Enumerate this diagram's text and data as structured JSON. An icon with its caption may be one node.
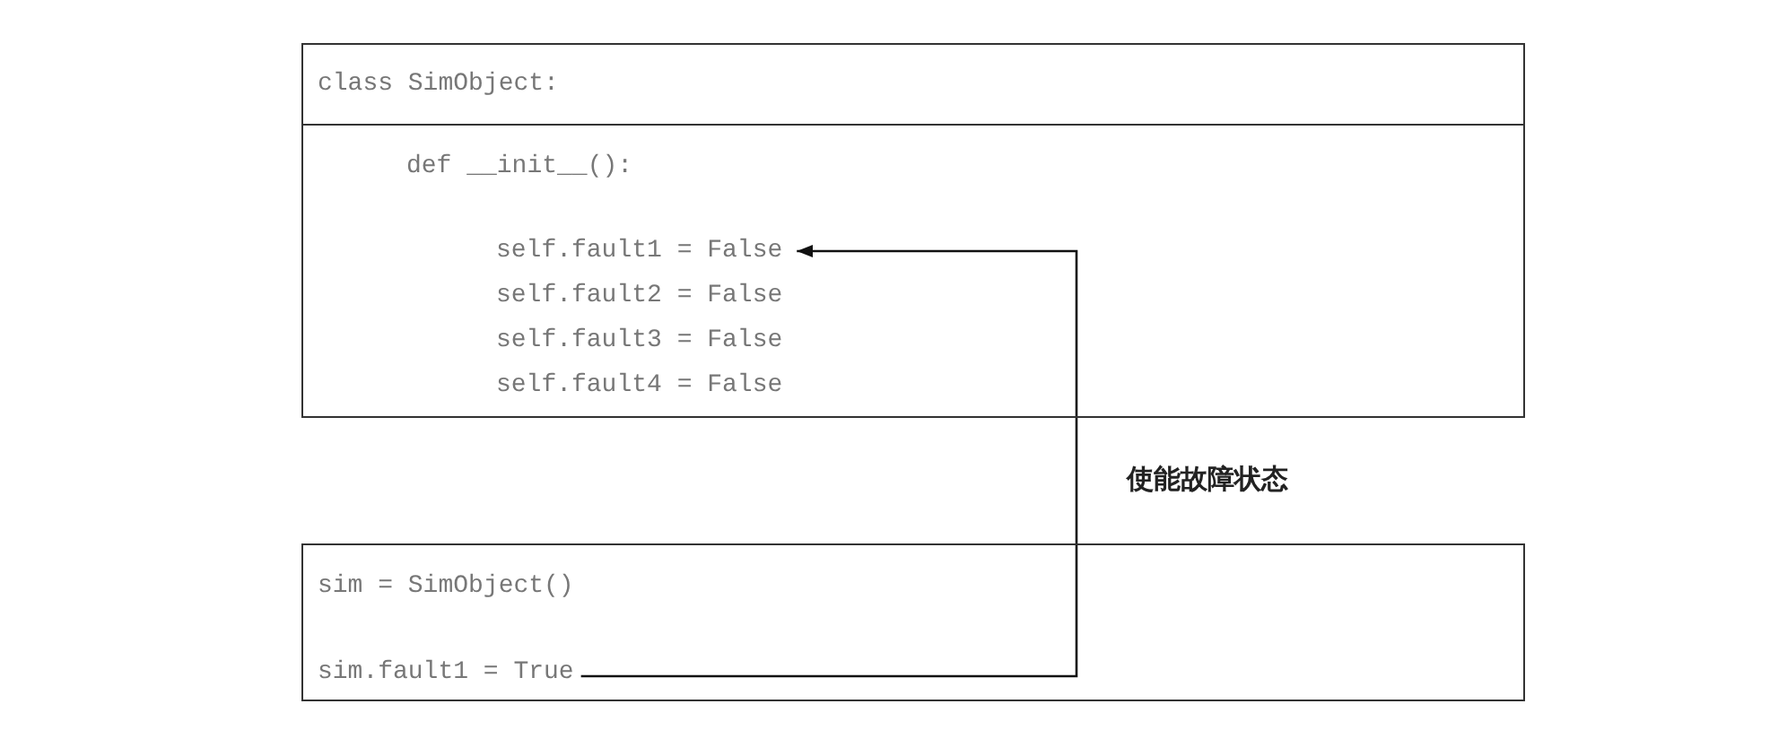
{
  "diagram": {
    "nodes": [
      {
        "text": [
          "class SimObject:"
        ]
      },
      {
        "text": [
          "def __init__():"
        ],
        "in": 0
      },
      {
        "text": [
          "self.fault1 = False"
        ],
        "in": 1
      },
      {
        "text": [
          "self.fault2 = False"
        ],
        "in": 1
      },
      {
        "text": [
          "self.fault3 = False"
        ],
        "in": 1
      },
      {
        "text": [
          "self.fault4 = False"
        ],
        "in": 1
      },
      {
        "text": [
          "sim = SimObject()"
        ]
      },
      {
        "text": [
          "sim.fault1 = True"
        ],
        "in": 6
      }
    ],
    "edges": [
      {
        "from": 7,
        "to": 2,
        "arrow": "to",
        "label": "使能故障状态"
      }
    ]
  }
}
